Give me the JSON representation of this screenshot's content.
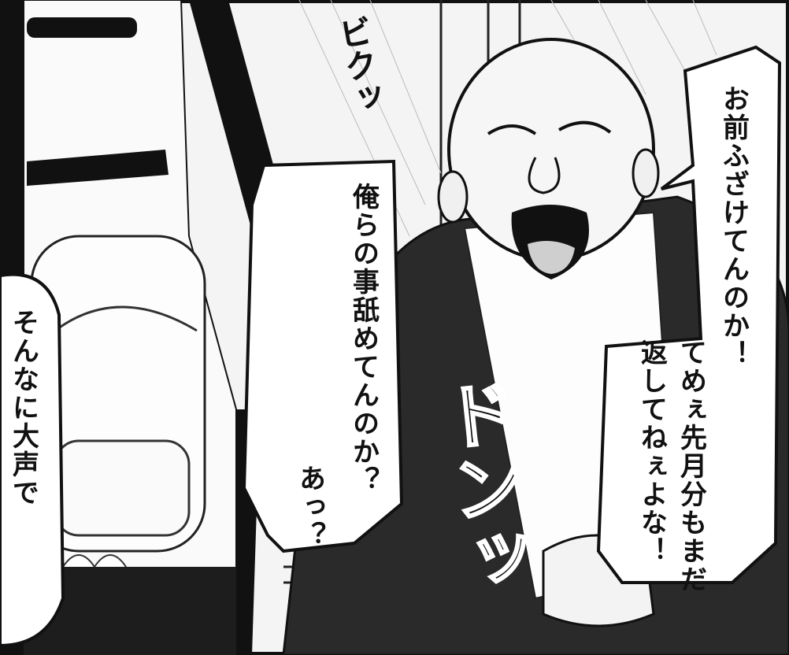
{
  "dialogue": {
    "bubble_left": {
      "line1": "そんなに大声で"
    },
    "bubble_middle": {
      "line1": "俺らの事舐めてんのか？",
      "line2": "あっ？"
    },
    "bubble_right": {
      "line1": "お前ふざけてんのか！",
      "line2": "てめぇ先月分もまだ",
      "line3": "返してねぇよな！"
    }
  },
  "sound_effects": {
    "flinch": "ビクッ",
    "slam": "ドンッ"
  },
  "colors": {
    "ink": "#111111",
    "paper": "#ffffff",
    "jacket": "#2a2a2a",
    "bg": "#f4f4f4"
  }
}
